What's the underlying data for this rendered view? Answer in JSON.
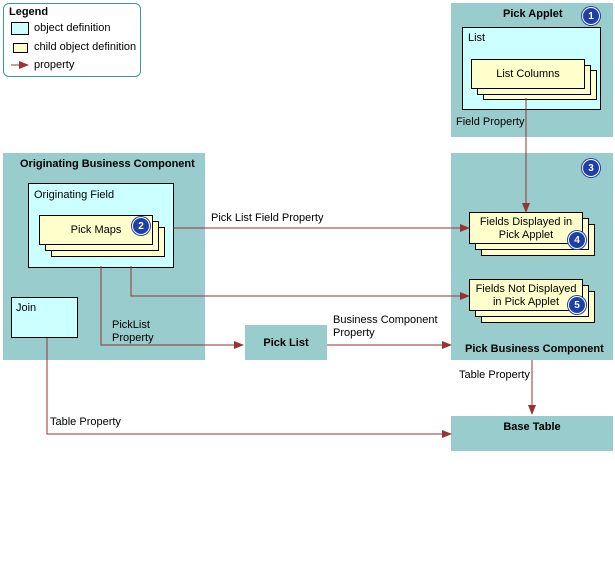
{
  "legend": {
    "title": "Legend",
    "items": [
      {
        "label": "object definition"
      },
      {
        "label": "child object definition"
      },
      {
        "label": "property"
      }
    ]
  },
  "nodes": {
    "pick_applet": {
      "title": "Pick Applet",
      "badge": "1"
    },
    "list": {
      "title": "List"
    },
    "list_columns": {
      "title": "List Columns"
    },
    "originating_bc": {
      "title": "Originating Business Component"
    },
    "originating_field": {
      "title": "Originating Field"
    },
    "pick_maps": {
      "title": "Pick Maps",
      "badge": "2"
    },
    "join": {
      "title": "Join"
    },
    "pick_list": {
      "title": "Pick List"
    },
    "pick_bc": {
      "title": "Pick Business Component",
      "badge": "3"
    },
    "fields_displayed": {
      "line1": "Fields Displayed in",
      "line2": "Pick Applet",
      "badge": "4"
    },
    "fields_not_displayed": {
      "line1": "Fields Not Displayed",
      "line2": "in Pick Applet",
      "badge": "5"
    },
    "base_table": {
      "title": "Base Table"
    }
  },
  "edge_labels": {
    "field_property": "Field Property",
    "pick_list_field_property": "Pick List Field Property",
    "picklist_property_1": "PickList",
    "picklist_property_2": "Property",
    "bc_property_1": "Business Component",
    "bc_property_2": "Property",
    "table_property_left": "Table Property",
    "table_property_right": "Table Property"
  },
  "colors": {
    "object_definition": "#99cccc",
    "object_inner": "#ccffff",
    "child_object_definition": "#ffffcc",
    "property_arrow": "#993333",
    "badge": "#1f3fa8"
  }
}
